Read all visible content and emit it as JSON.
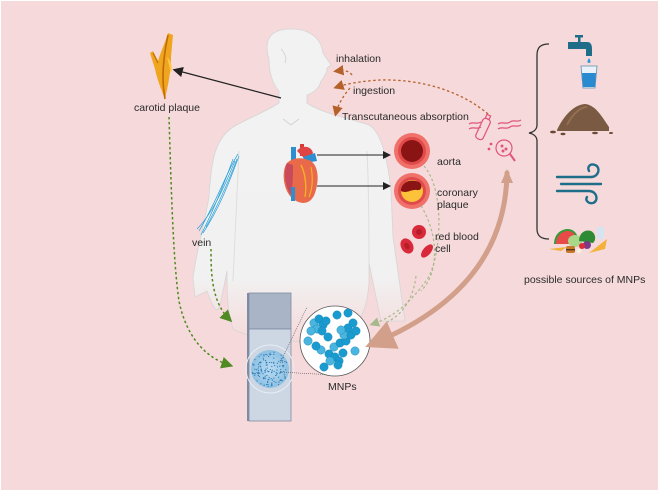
{
  "figure": {
    "background": "#f6d9da",
    "labels": {
      "carotid_plaque": "carotid plaque",
      "inhalation": "inhalation",
      "ingestion": "ingestion",
      "transcutaneous": "Transcutaneous absorption",
      "aorta": "aorta",
      "coronary_line1": "coronary",
      "coronary_line2": "plaque",
      "rbc_line1": "red blood",
      "rbc_line2": "cell",
      "vein": "vein",
      "mnps": "MNPs",
      "sources": "possible sources of MNPs"
    },
    "sources": [
      {
        "name": "tap-water",
        "icon": "faucet-glass-icon"
      },
      {
        "name": "soil",
        "icon": "soil-pile-icon"
      },
      {
        "name": "air",
        "icon": "wind-icon"
      },
      {
        "name": "food",
        "icon": "food-pile-icon"
      }
    ],
    "colors": {
      "exposure_arrow": "#b5612a",
      "tissue_arrow": "#5a8a2a",
      "blood_arrow": "#a6b98a",
      "return_arrow": "#d2a08a",
      "particle": "#1a9bcf",
      "plastic_icon": "#e0557a",
      "source_icon": "#1e6e8a"
    }
  }
}
